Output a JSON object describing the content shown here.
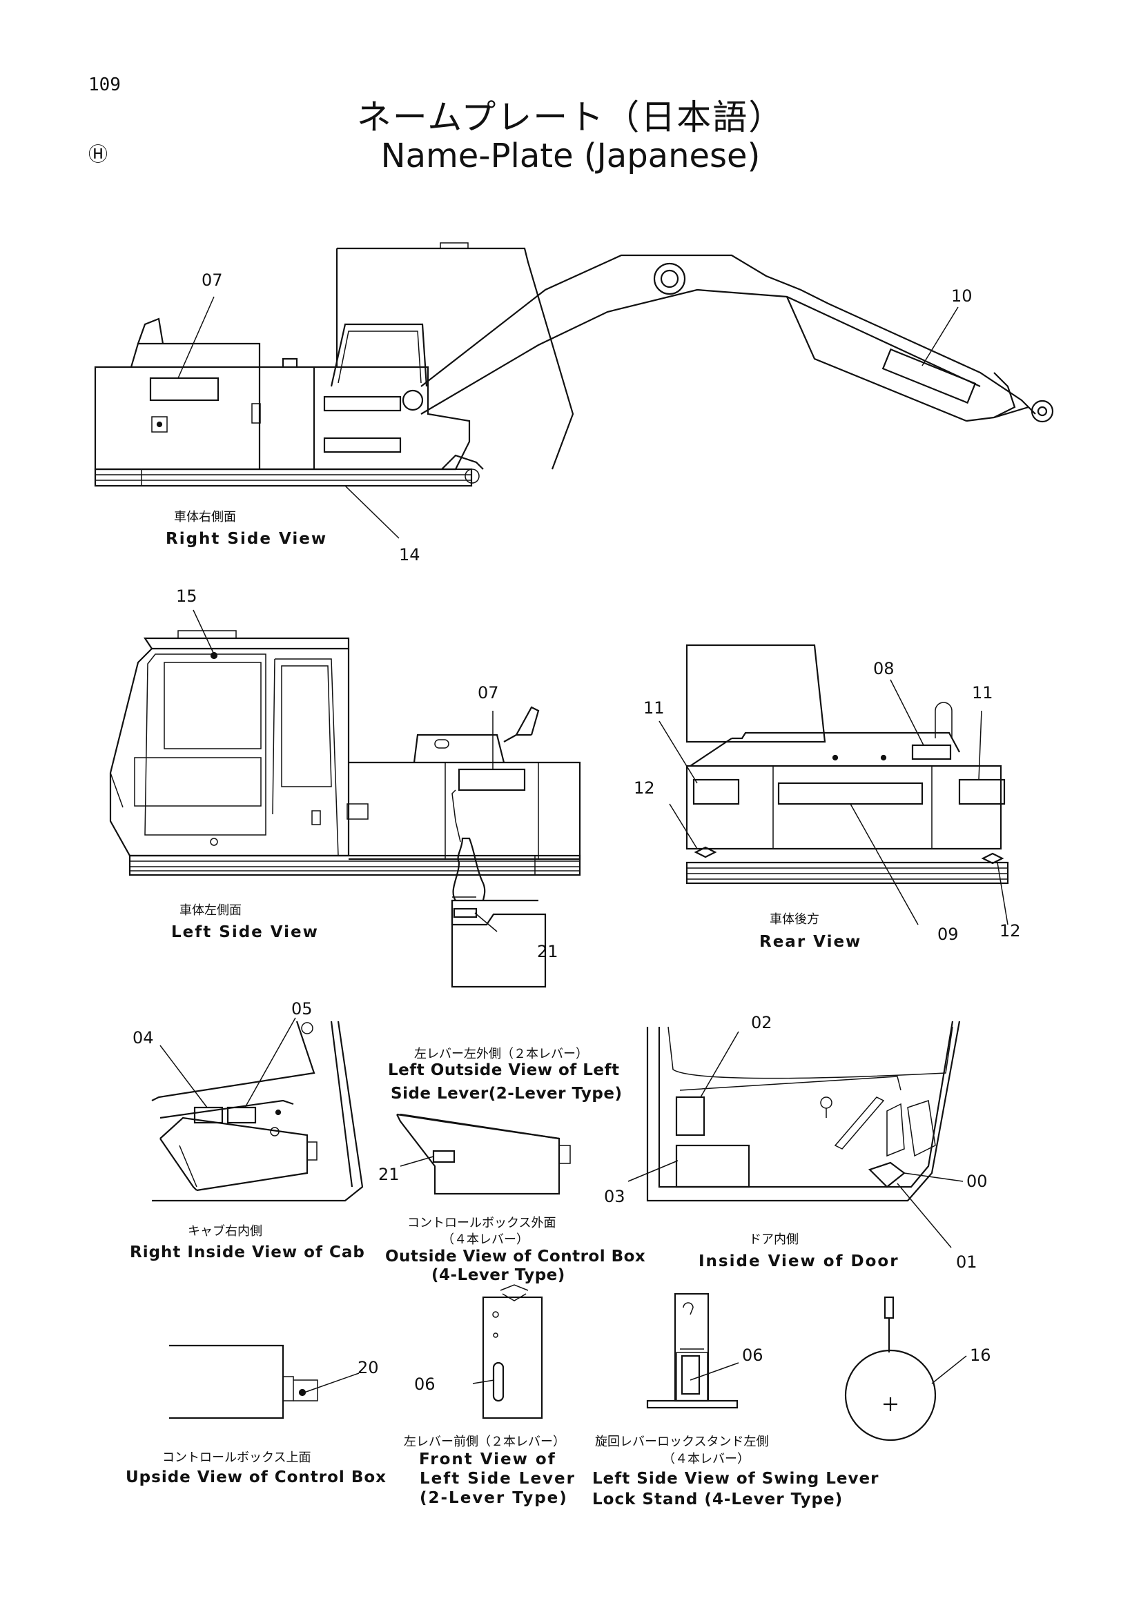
{
  "page": {
    "number": "109",
    "mark": "Ⓗ",
    "title_jp": "ネームプレート（日本語）",
    "title_en": "Name-Plate (Japanese)"
  },
  "views": {
    "right_side": {
      "caption_jp": "車体右側面",
      "caption_en": "Right Side View"
    },
    "left_side": {
      "caption_jp": "車体左側面",
      "caption_en": "Left Side View"
    },
    "rear": {
      "caption_jp": "車体後方",
      "caption_en": "Rear View"
    },
    "left_outside_lever": {
      "caption_jp": "左レバー左外側（２本レバー）",
      "caption_en_1": "Left Outside View of Left",
      "caption_en_2": "Side Lever(2-Lever Type)"
    },
    "right_inside_cab": {
      "caption_jp": "キャブ右内側",
      "caption_en": "Right  Inside View of Cab"
    },
    "outside_control_box": {
      "caption_jp_1": "コントロールボックス外面",
      "caption_jp_2": "（４本レバー）",
      "caption_en_1": "Outside View of Control Box",
      "caption_en_2": "(4-Lever Type)"
    },
    "inside_door": {
      "caption_jp": "ドア内側",
      "caption_en": "Inside  View of Door"
    },
    "upside_control_box": {
      "caption_jp": "コントロールボックス上面",
      "caption_en": "Upside View of Control Box"
    },
    "front_left_lever": {
      "caption_jp": "左レバー前側（２本レバー）",
      "caption_en_1": "Front View of",
      "caption_en_2": "Left Side Lever",
      "caption_en_3": "(2-Lever Type)"
    },
    "swing_lever_lock": {
      "caption_jp_1": "旋回レバーロックスタンド左側",
      "caption_jp_2": "（４本レバー）",
      "caption_en_1": "Left Side View of Swing Lever",
      "caption_en_2": "Lock Stand (4-Lever Type)"
    }
  },
  "callouts": {
    "c07a": "07",
    "c10": "10",
    "c14": "14",
    "c15": "15",
    "c07b": "07",
    "c08": "08",
    "c11a": "11",
    "c11b": "11",
    "c12a": "12",
    "c12b": "12",
    "c09": "09",
    "c21a": "21",
    "c05": "05",
    "c04": "04",
    "c02": "02",
    "c21b": "21",
    "c03": "03",
    "c00": "00",
    "c01": "01",
    "c20": "20",
    "c06a": "06",
    "c06b": "06",
    "c16": "16"
  }
}
